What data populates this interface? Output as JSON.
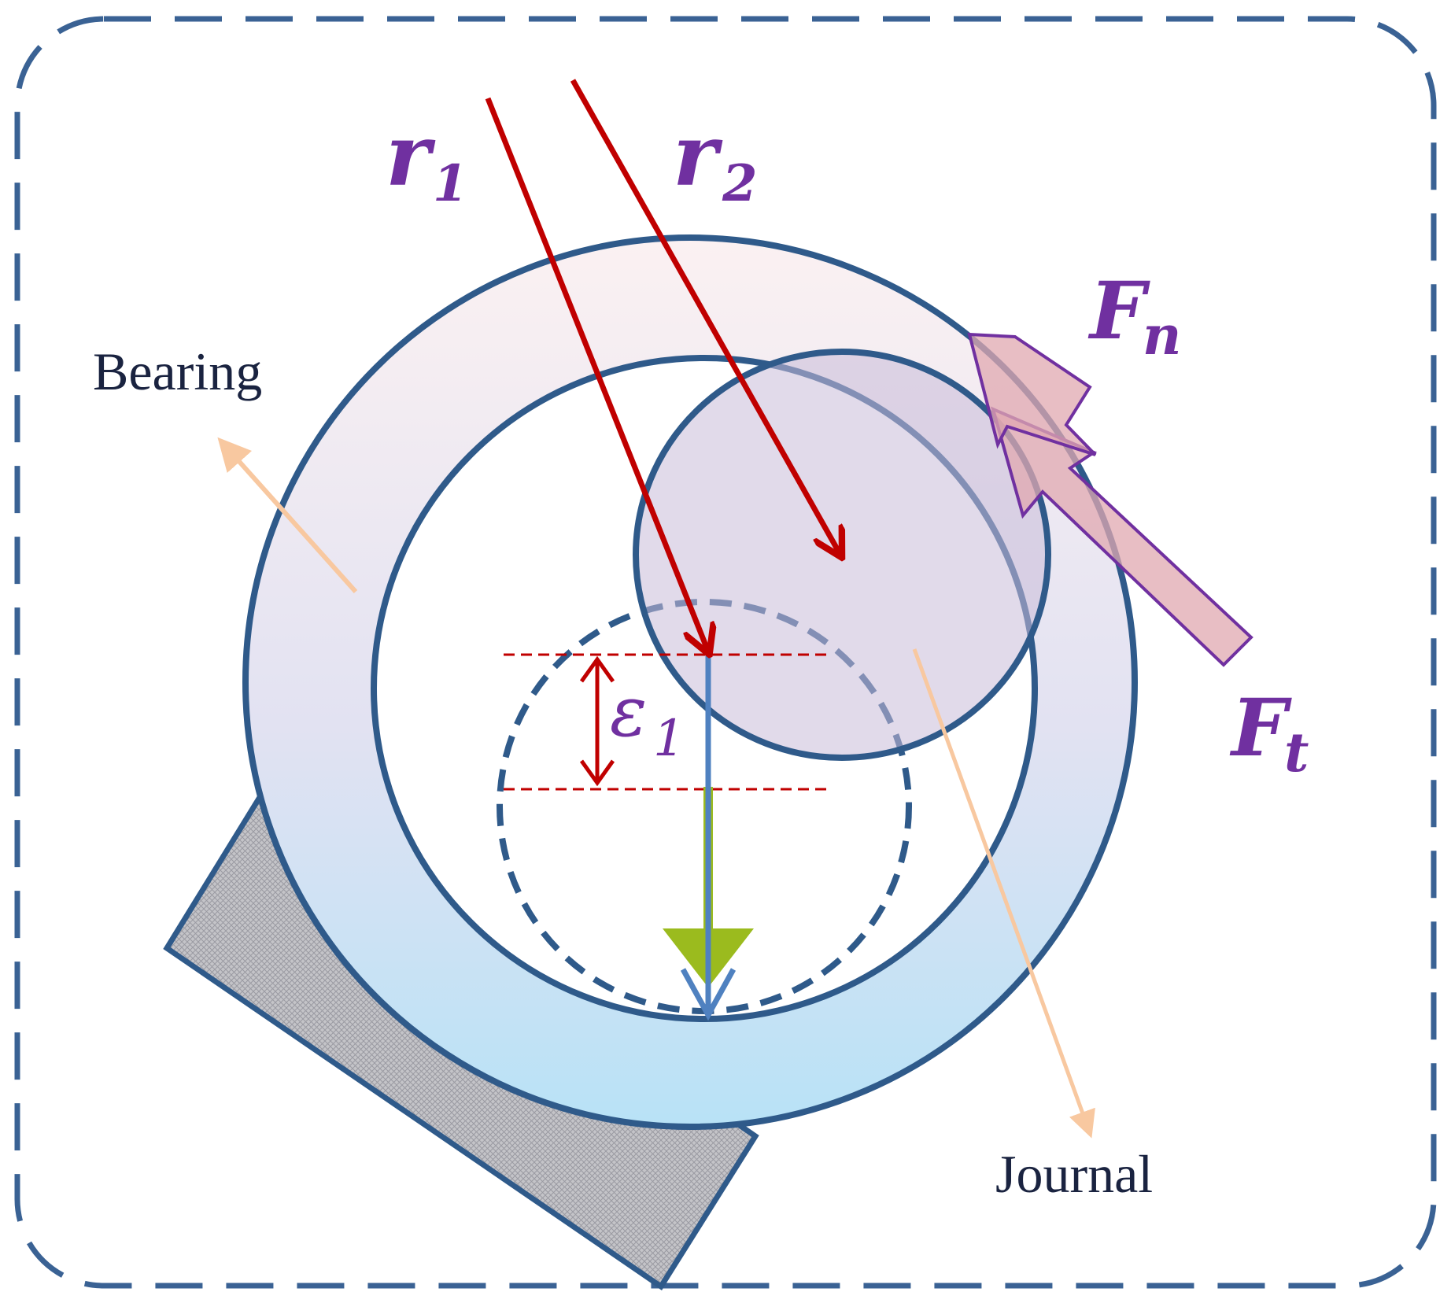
{
  "labels": {
    "bearing": "Bearing",
    "journal": "Journal",
    "r1_main": "r",
    "r1_sub": "1",
    "r2_main": "r",
    "r2_sub": "2",
    "fn_main": "F",
    "fn_sub": "n",
    "ft_main": "F",
    "ft_sub": "t",
    "eps_main": "ε",
    "eps_sub": "1"
  },
  "colors": {
    "outline": "#2f5a8a",
    "frame_dash": "#3a6294",
    "radius_arrows": "#c00000",
    "label_purple": "#7030a0",
    "pointer_orange": "#f8c8a0",
    "support_fill": "#c8c8cc",
    "load_green": "#9bbb1e",
    "vector_blue": "#4f81c0",
    "force_fill": "#e0a8b0",
    "journal_fill": "#d8cce0",
    "ring_top": "#fbeff0",
    "ring_bottom": "#b8e2f6"
  }
}
